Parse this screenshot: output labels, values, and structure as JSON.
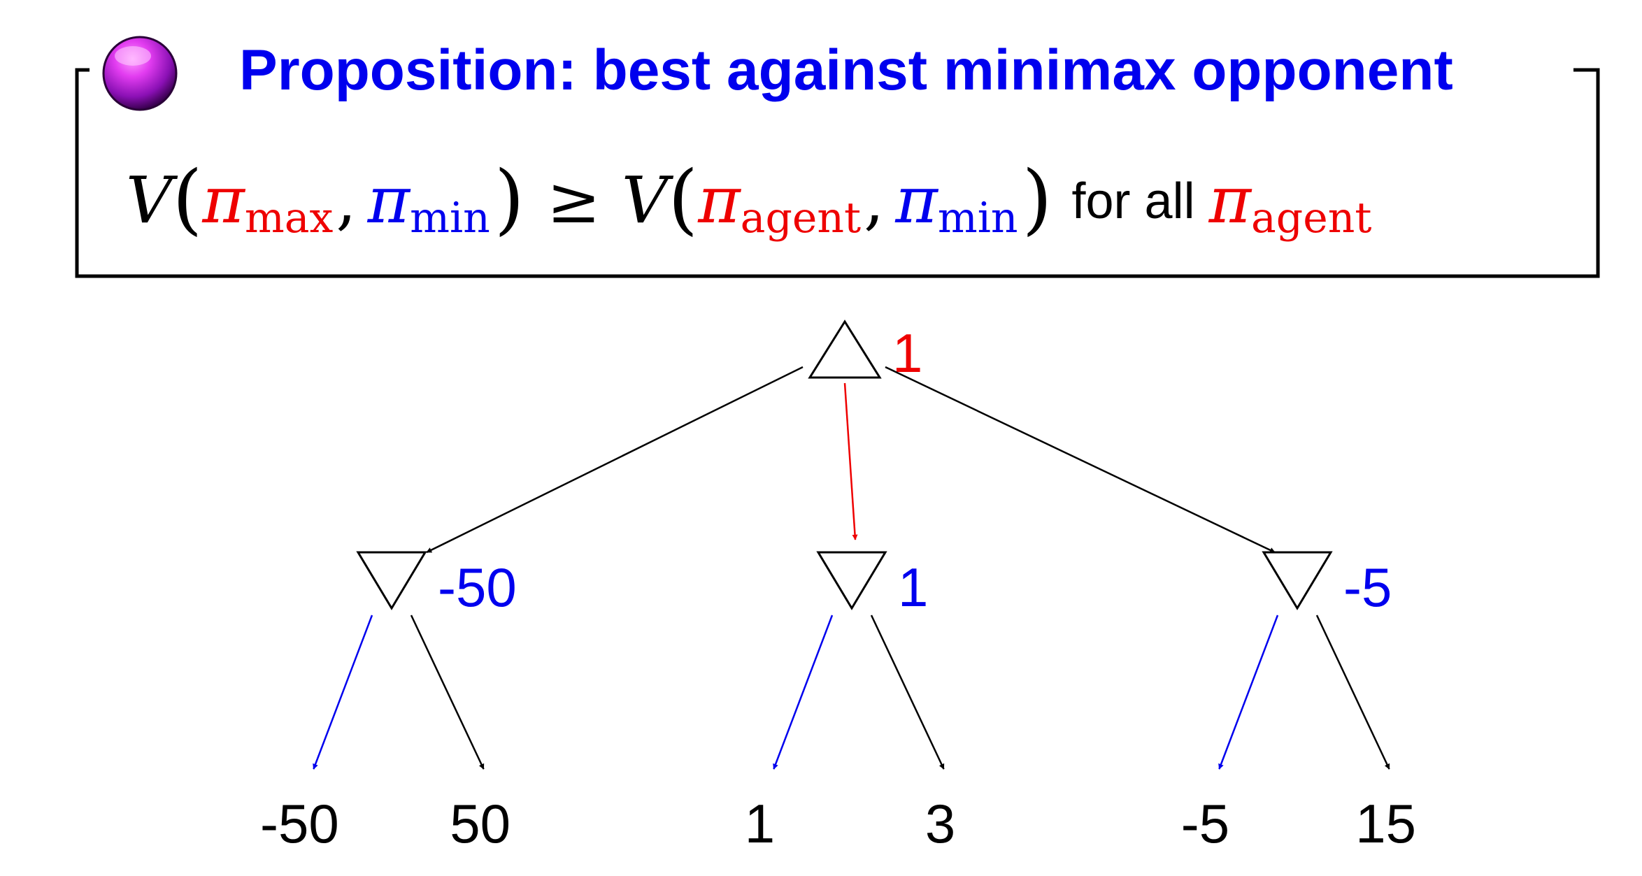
{
  "proposition": {
    "title": "Proposition: best against minimax opponent",
    "bullet_icon": "purple-sphere-icon",
    "title_color": "#0000ee",
    "formula": {
      "V": "V",
      "open_paren": "(",
      "close_paren": ")",
      "comma": ",",
      "pi": "π",
      "sub_max": "max",
      "sub_min": "min",
      "sub_agent": "agent",
      "geq": "≥",
      "for_all_text": "for all"
    }
  },
  "colors": {
    "max": "#ee0000",
    "min": "#0000ee",
    "text": "#000000",
    "sphere": "#9b1fc9"
  },
  "tree": {
    "root": {
      "shape": "max-triangle",
      "value": "1",
      "value_color": "#ee0000"
    },
    "children": [
      {
        "shape": "min-triangle",
        "value": "-50",
        "value_color": "#0000ee",
        "edge_from_root_color": "#000000",
        "leaves": [
          {
            "value": "-50",
            "edge_color": "#0000ee"
          },
          {
            "value": "50",
            "edge_color": "#000000"
          }
        ]
      },
      {
        "shape": "min-triangle",
        "value": "1",
        "value_color": "#0000ee",
        "edge_from_root_color": "#ee0000",
        "leaves": [
          {
            "value": "1",
            "edge_color": "#0000ee"
          },
          {
            "value": "3",
            "edge_color": "#000000"
          }
        ]
      },
      {
        "shape": "min-triangle",
        "value": "-5",
        "value_color": "#0000ee",
        "edge_from_root_color": "#000000",
        "leaves": [
          {
            "value": "-5",
            "edge_color": "#0000ee"
          },
          {
            "value": "15",
            "edge_color": "#000000"
          }
        ]
      }
    ]
  }
}
